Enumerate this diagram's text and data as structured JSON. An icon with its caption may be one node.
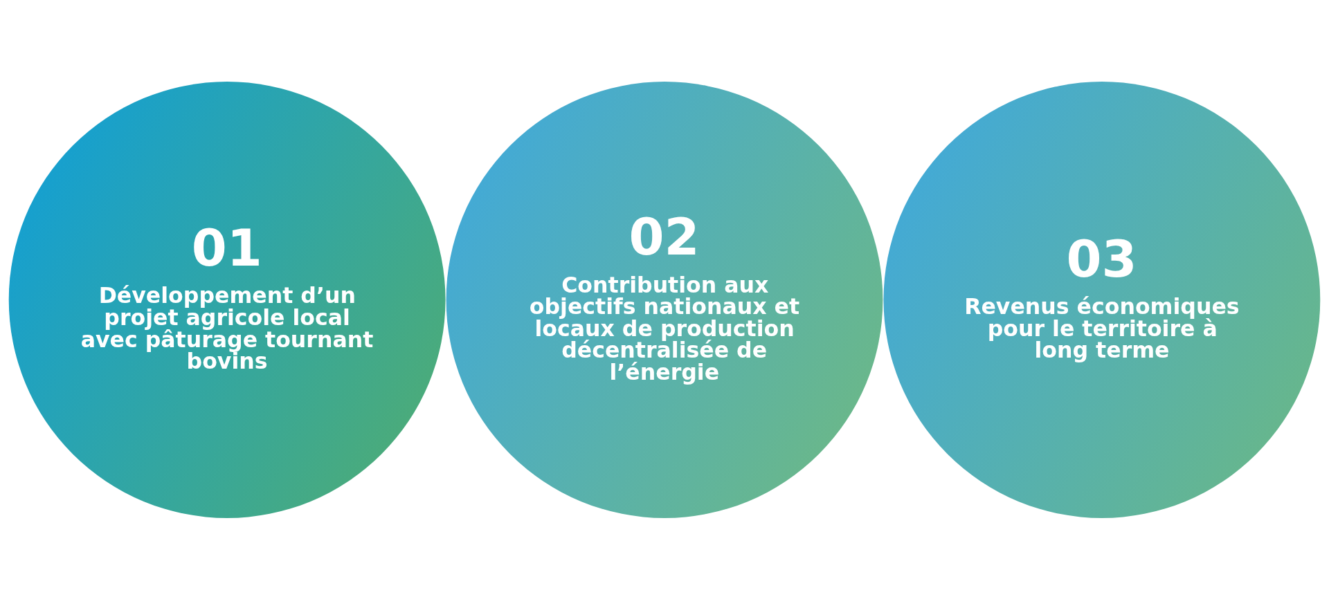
{
  "diagram": {
    "nodes": [
      {
        "text": [
          "01",
          "Développement d’un projet agricole local avec pâturage tournant bovins"
        ]
      },
      {
        "text": [
          "02",
          "Contribution aux objectifs nationaux et locaux de production décentralisée de l’énergie"
        ]
      },
      {
        "text": [
          "03",
          "Revenus économiques pour le territoire à long terme"
        ]
      }
    ]
  }
}
